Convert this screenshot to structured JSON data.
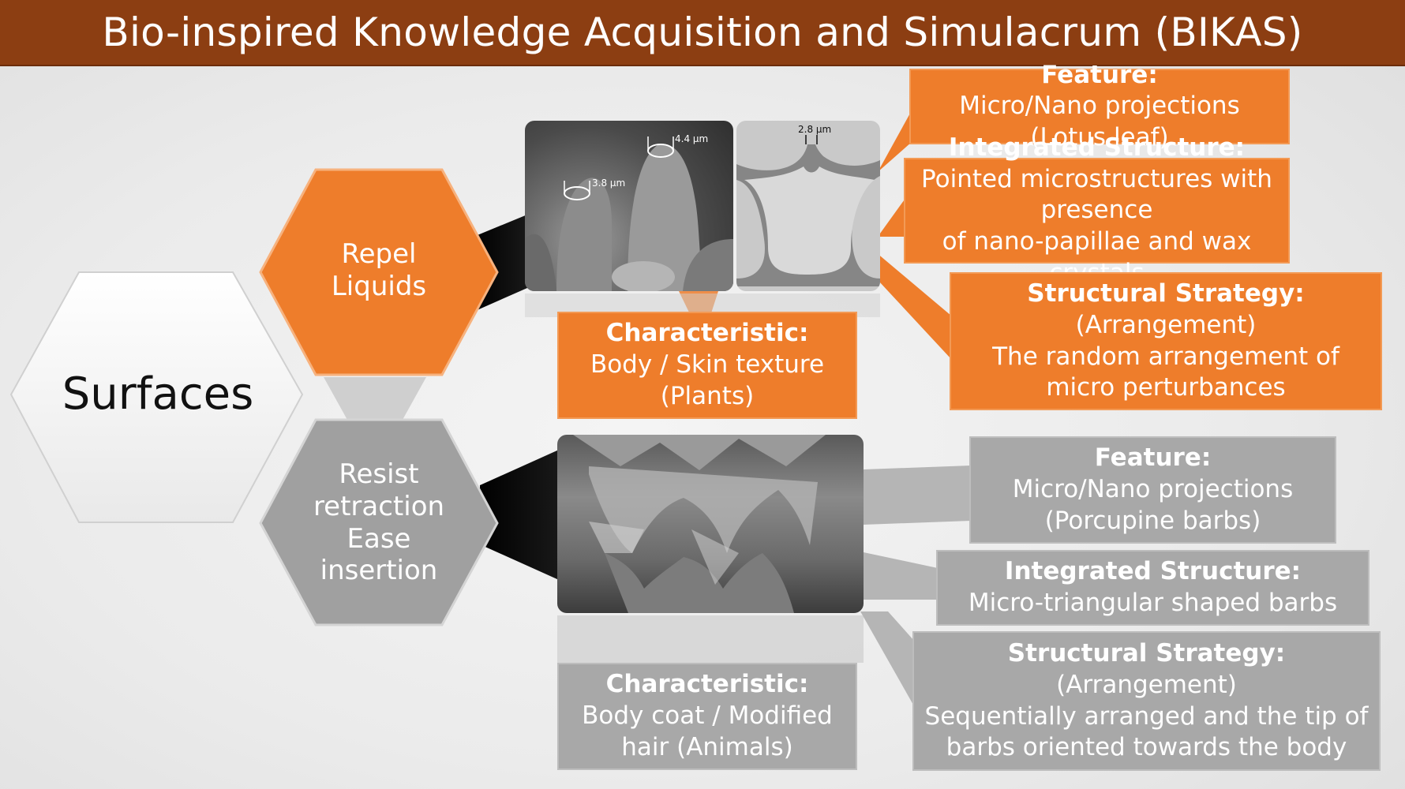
{
  "title": "Bio-inspired Knowledge Acquisition and Simulacrum (BIKAS)",
  "root": {
    "label": "Surfaces"
  },
  "branches": [
    {
      "label": "Repel\nLiquids",
      "characteristic": {
        "heading": "Characteristic:",
        "lines": [
          "Body / Skin texture",
          "(Plants)"
        ]
      },
      "feature": {
        "heading": "Feature:",
        "lines": [
          "Micro/Nano projections (Lotus leaf)"
        ]
      },
      "integrated": {
        "heading": "Integrated Structure:",
        "lines": [
          "Pointed microstructures with presence",
          "of nano-papillae and wax crystals"
        ]
      },
      "strategy": {
        "heading": "Structural Strategy:",
        "lines": [
          "(Arrangement)",
          "The random arrangement of",
          "micro perturbances"
        ]
      },
      "image_labels": [
        "4.4 µm",
        "3.8 µm",
        "2.8 µm"
      ]
    },
    {
      "label": "Resist\nretraction\nEase\ninsertion",
      "characteristic": {
        "heading": "Characteristic:",
        "lines": [
          "Body coat / Modified",
          "hair (Animals)"
        ]
      },
      "feature": {
        "heading": "Feature:",
        "lines": [
          "Micro/Nano projections",
          "(Porcupine barbs)"
        ]
      },
      "integrated": {
        "heading": "Integrated Structure:",
        "lines": [
          "Micro-triangular shaped barbs"
        ]
      },
      "strategy": {
        "heading": "Structural Strategy:",
        "lines": [
          "(Arrangement)",
          "Sequentially arranged and the tip of",
          "barbs oriented towards the body"
        ]
      }
    }
  ],
  "colors": {
    "title_bar": "#8c3e12",
    "orange": "#ee7d2b",
    "gray": "#a8a8a8"
  },
  "icons": [
    "lotus-leaf-sem-image",
    "lotus-cross-section-image",
    "porcupine-barb-sem-image"
  ]
}
